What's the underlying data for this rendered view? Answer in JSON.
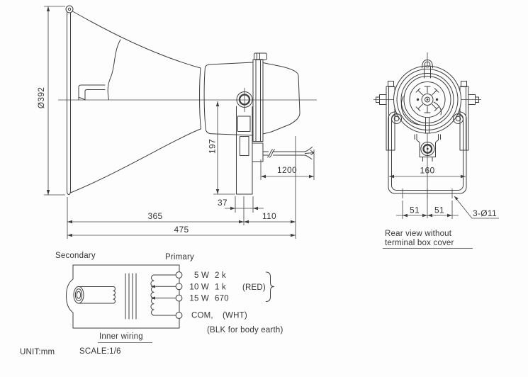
{
  "drawing": {
    "side_view": {
      "dims": {
        "diameter": "Ø392",
        "bracket_height": "197",
        "cable_length": "1200",
        "bracket_width": "37",
        "horn_depth": "365",
        "rear_depth": "110",
        "overall_depth": "475"
      }
    },
    "rear_view": {
      "dims": {
        "bracket_width": "160",
        "hole_pitch_left": "51",
        "hole_pitch_right": "51",
        "mounting_holes": "3-Ø11"
      },
      "caption_line1": "Rear view without",
      "caption_line2": "terminal box cover"
    },
    "wiring": {
      "secondary_label": "Secondary",
      "primary_label": "Primary",
      "taps": [
        {
          "watt": "5 W",
          "impedance": "2 k"
        },
        {
          "watt": "10 W",
          "impedance": "1 k"
        },
        {
          "watt": "15 W",
          "impedance": "670"
        }
      ],
      "tap_wire_color": "(RED)",
      "common_label": "COM,",
      "common_wire_color": "(WHT)",
      "earth_note": "(BLK for body earth)",
      "caption": "Inner wiring"
    },
    "unit_label": "UNIT:mm",
    "scale_label": "SCALE:1/6"
  },
  "colors": {
    "line": "#3d3d3d",
    "text": "#353535",
    "background": "#fdfdfd"
  }
}
